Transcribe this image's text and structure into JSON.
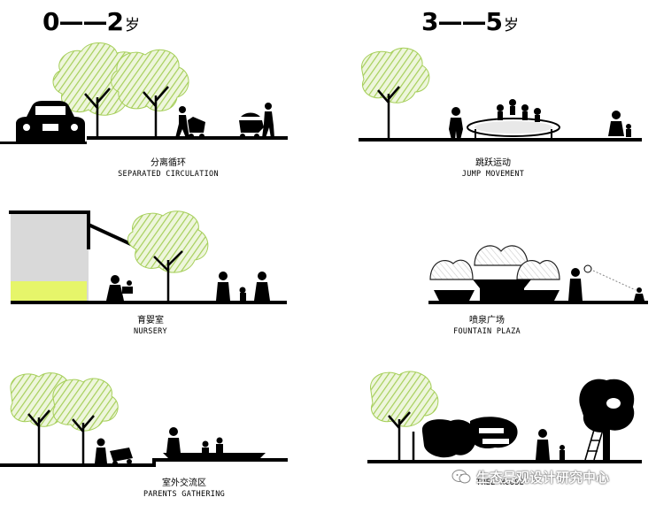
{
  "age_groups": [
    {
      "range": "0——2",
      "unit": "岁"
    },
    {
      "range": "3——5",
      "unit": "岁"
    }
  ],
  "panels": [
    {
      "zh": "分离循环",
      "en": "SEPARATED CIRCULATION"
    },
    {
      "zh": "跳跃运动",
      "en": "JUMP MOVEMENT"
    },
    {
      "zh": "育婴室",
      "en": "NURSERY"
    },
    {
      "zh": "喷泉广场",
      "en": "FOUNTAIN PLAZA"
    },
    {
      "zh": "室外交流区",
      "en": "PARENTS GATHERING"
    },
    {
      "zh": "",
      "en": "TREE HOUSE"
    }
  ],
  "watermark": {
    "text": "生态景观设计研究中心",
    "icon": "wechat-icon"
  },
  "colors": {
    "tree_green": "#a6cf5a",
    "nursery_wall": "#d9d9d9",
    "nursery_glow": "#e6f56a",
    "ink": "#000000"
  }
}
